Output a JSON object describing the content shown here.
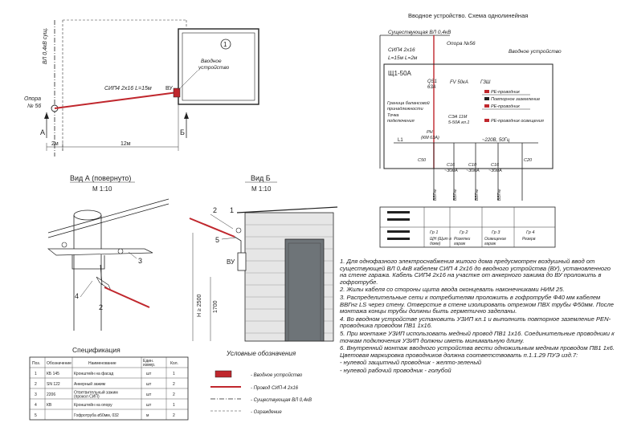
{
  "plan": {
    "pole_label": "Опора\n№ 56",
    "line_label": "ВЛ 0,4кВ сущ.",
    "cable_label": "СИП4 2х16  L=15м",
    "vu_label": "ВУ",
    "garage_num": "1",
    "vvodnoe_label": "Вводное\nустройство",
    "dim_small": "2м",
    "dim_big": "12м",
    "arrow_a": "А",
    "arrow_b": "Б"
  },
  "view_a": {
    "title": "Вид А (повернуто)",
    "scale": "М 1:10",
    "callouts": [
      "1",
      "2",
      "3",
      "4"
    ]
  },
  "view_b": {
    "title": "Вид Б",
    "scale": "М 1:10",
    "callouts": [
      "1",
      "2",
      "5"
    ],
    "vu": "ВУ",
    "dim1": "Н ≥ 2500",
    "dim2": "1700"
  },
  "schema": {
    "title": "Вводное устройство. Схема однолинейная",
    "existing_line": "Существующая ВЛ 0,4кВ",
    "support": "Опора №56",
    "cable": "СИП4 2х16",
    "cable_len": "L=15м  L=2м",
    "vvod_label": "Вводное устройство",
    "panel": "Щ1-50А",
    "qs1": "QS1\n63А",
    "fv": "FV  50кА",
    "pe_label": "ГЗШ",
    "legend_items": [
      "РЕ-проводник",
      "Повторное заземление",
      "РЕ-проводник",
      "РЕ-проводник освещения"
    ],
    "border_label": "Граница балансовой\nпринадлежности\nТочка\nподключения",
    "sza": "СЭА 11М\n5-50А кл.1",
    "pn_label": "РН\n(КМ 63А)",
    "l1_label": "L1",
    "phase_label": "~220В, 50Гц",
    "breakers": [
      "С50",
      "С16\n~30мА",
      "С10\n~30мА",
      "С16\n~30мА",
      "С20"
    ],
    "group_labels": [
      "Гр 1",
      "Гр 2",
      "Гр 3",
      "Гр 4"
    ],
    "consumers": [
      "ЩН\n(Щит в\nдоме)",
      "Розетки\nгараж",
      "Освещение\nгараж",
      "Резерв"
    ],
    "cable_marks": [
      "ВВГнг",
      "ВВГнг",
      "ВВГнг",
      "ВВГнг"
    ]
  },
  "spec": {
    "title": "Спецификация",
    "headers": [
      "Поз.",
      "Обозначение",
      "Наименование",
      "Един. измер.",
      "Кол."
    ],
    "rows": [
      [
        "1",
        "КБ 145",
        "Кронштейн на фасад",
        "шт",
        "1"
      ],
      [
        "2",
        "SN 122",
        "Анкерный зажим",
        "шт",
        "2"
      ],
      [
        "3",
        "2206",
        "Ответвительный зажим\n(прокол СИП)",
        "шт",
        "2"
      ],
      [
        "4",
        "КВ",
        "Кронштейн на опору",
        "шт",
        "1"
      ],
      [
        "5",
        "",
        "Гофротруба ø50мм, 032",
        "м",
        "2"
      ]
    ]
  },
  "legend": {
    "title": "Условные обозначения",
    "items": [
      "- Вводное устройство",
      "- Провод СИП-4 2х16",
      "- Существующая ВЛ 0,4кВ",
      "- Ограждение"
    ]
  },
  "notes": [
    "1. Для однофазного электроснабжения жилого дома предусмотрен воздушный ввод от существующей ВЛ 0,4кВ кабелем СИП 4 2х16 до вводного устройства (ВУ), установленного на стене гаража. Кабель СИП4 2х16 на участке от анкерного зажима до ВУ проложить в гофротрубе.",
    "2. Жилы кабеля со стороны щита ввода оконцевать наконечниками НИМ 25.",
    "3. Распределительные сети к потребителям проложить в гофротрубе Ф40 мм кабелем ВВГнг LS через стену. Отверстие в стене изолировать отрезком ПВХ трубы Ф50мм. После монтажа концы трубы должны быть герметично заделаны.",
    "4. Во вводном устройстве установить УЗИП кл.1 и выполнить повторное заземление PEN-проводника проводом ПВ1 1х16.",
    "5. При монтаже УЗИП использовать медный провод ПВ1 1х16. Соединительные проводники к точкам подключения УЗИП должны иметь минимальную длину.",
    "6. Внутренний монтаж вводного устройства вести одножильным медным проводом ПВ1 1х6. Цветовая маркировка проводников должна соответствовать п.1.1.29 ПУЭ изд.7:",
    "- нулевой защитный проводник - желто-зеленый",
    "- нулевой рабочий проводник - голубой"
  ]
}
